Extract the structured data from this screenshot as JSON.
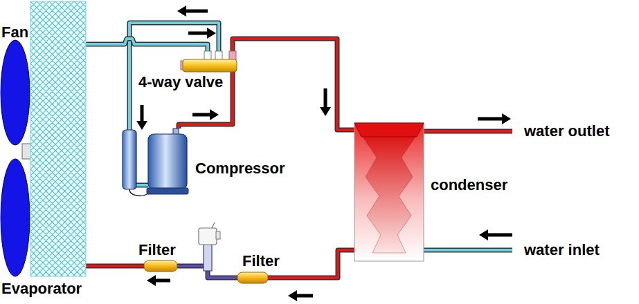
{
  "diagram": {
    "nodes": [
      {
        "text": [
          "Fan"
        ]
      },
      {
        "text": [
          "Evaporator"
        ]
      },
      {
        "text": [
          "4-way valve"
        ]
      },
      {
        "text": [
          "Compressor"
        ]
      },
      {
        "text": [
          "condenser"
        ]
      },
      {
        "text": [
          "Filter"
        ]
      },
      {
        "text": [
          "Filter"
        ]
      }
    ],
    "edges": [
      {
        "from": 1,
        "to": 2,
        "arrow": "to"
      },
      {
        "from": 2,
        "to": 3,
        "arrow": "to"
      },
      {
        "from": 3,
        "to": 2,
        "arrow": "to"
      },
      {
        "from": 2,
        "to": 4,
        "arrow": "to"
      },
      {
        "from": 4,
        "to": 6,
        "arrow": "to"
      },
      {
        "from": 6,
        "to": 5,
        "arrow": "none"
      },
      {
        "from": 5,
        "to": 1,
        "arrow": "to"
      }
    ],
    "labels": [
      "water outlet",
      "water inlet"
    ]
  }
}
